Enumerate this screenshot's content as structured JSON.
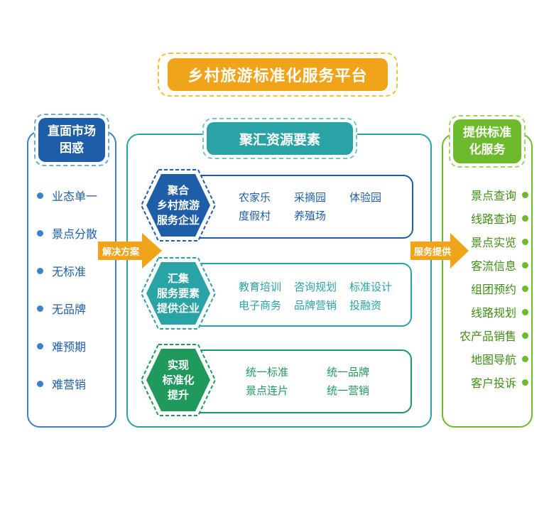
{
  "title": "乡村旅游标准化服务平台",
  "left": {
    "heading": "直面市场\n困惑",
    "items": [
      "业态单一",
      "景点分散",
      "无标准",
      "无品牌",
      "难预期",
      "难营销"
    ]
  },
  "middle": {
    "heading": "聚汇资源要素",
    "rows": [
      {
        "hex_label": "聚合\n乡村旅游\n服务企业",
        "items": [
          [
            "农家乐",
            "采摘园",
            "体验园"
          ],
          [
            "度假村",
            "养殖场"
          ]
        ]
      },
      {
        "hex_label": "汇集\n服务要素\n提供企业",
        "items": [
          [
            "教育培训",
            "咨询规划",
            "标准设计"
          ],
          [
            "电子商务",
            "品牌营销",
            "投融资"
          ]
        ]
      },
      {
        "hex_label": "实现\n标准化\n提升",
        "items": [
          [
            "统一标准",
            "统一品牌"
          ],
          [
            "景点连片",
            "统一营销"
          ]
        ]
      }
    ]
  },
  "arrows": {
    "left": "解决方案",
    "right": "服务提供"
  },
  "right": {
    "heading": "提供标准\n化服务",
    "items": [
      "景点查询",
      "线路查询",
      "景点实览",
      "客流信息",
      "组团预约",
      "线路规划",
      "农产品销售",
      "地图导航",
      "客户投诉"
    ]
  },
  "colors": {
    "title_bg": "#f0a41a",
    "left_accent": "#1e5ea8",
    "middle_accent": "#2aa3a6",
    "right_accent": "#6dbb2d",
    "arrow": "#f0a41a"
  }
}
